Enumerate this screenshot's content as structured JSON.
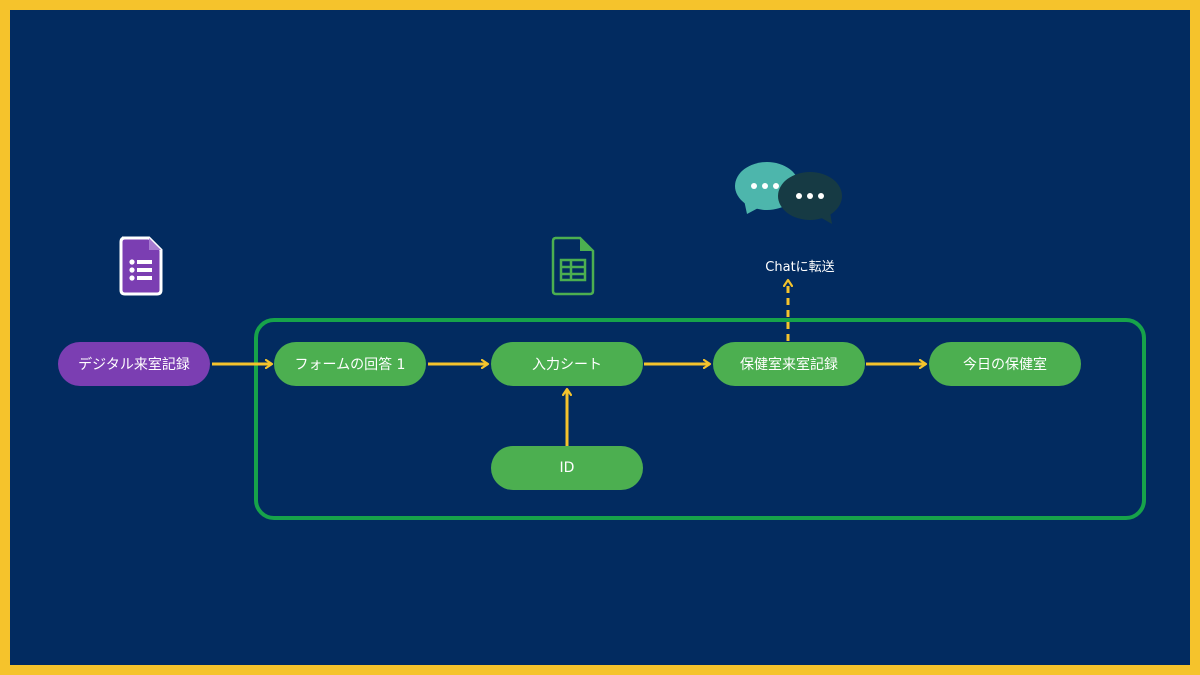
{
  "nodes": {
    "digital_record": "デジタル来室記録",
    "form_responses": "フォームの回答 1",
    "input_sheet": "入力シート",
    "health_room_record": "保健室来室記録",
    "todays_health_room": "今日の保健室",
    "id": "ID"
  },
  "chat": {
    "label": "Chatに転送"
  },
  "icons": {
    "forms": "google-forms-icon",
    "sheets": "google-sheets-icon",
    "chat": "chat-bubbles-icon"
  },
  "colors": {
    "background": "#022B60",
    "border": "#F5C32C",
    "node_green": "#4CAF50",
    "node_purple": "#7B3EB2",
    "group_border": "#17A34A",
    "arrow": "#F5C32C"
  }
}
